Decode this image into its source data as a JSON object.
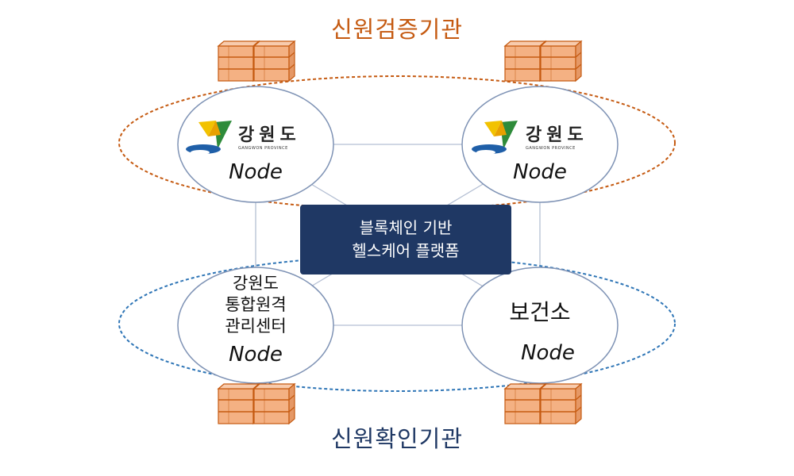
{
  "top_group": {
    "title": "신원검증기관",
    "color": "#c55a11"
  },
  "bottom_group": {
    "title": "신원확인기관",
    "color": "#1f3864"
  },
  "center_platform": {
    "line1": "블록체인 기반",
    "line2": "헬스케어 플랫폼",
    "color": "#1f3864"
  },
  "nodes": {
    "top_left": {
      "logo_text": "강원도",
      "logo_sub": "GANGWON PROVINCE",
      "label": "Node"
    },
    "top_right": {
      "logo_text": "강원도",
      "logo_sub": "GANGWON PROVINCE",
      "label": "Node"
    },
    "bottom_left": {
      "name_lines": [
        "강원도",
        "통합원격",
        "관리센터"
      ],
      "label": "Node"
    },
    "bottom_right": {
      "name": "보건소",
      "label": "Node"
    }
  },
  "colors": {
    "server_fill": "#f4b183",
    "server_stroke": "#c55a11",
    "link_line": "#b4bfd3",
    "node_stroke": "#7f93b5"
  }
}
